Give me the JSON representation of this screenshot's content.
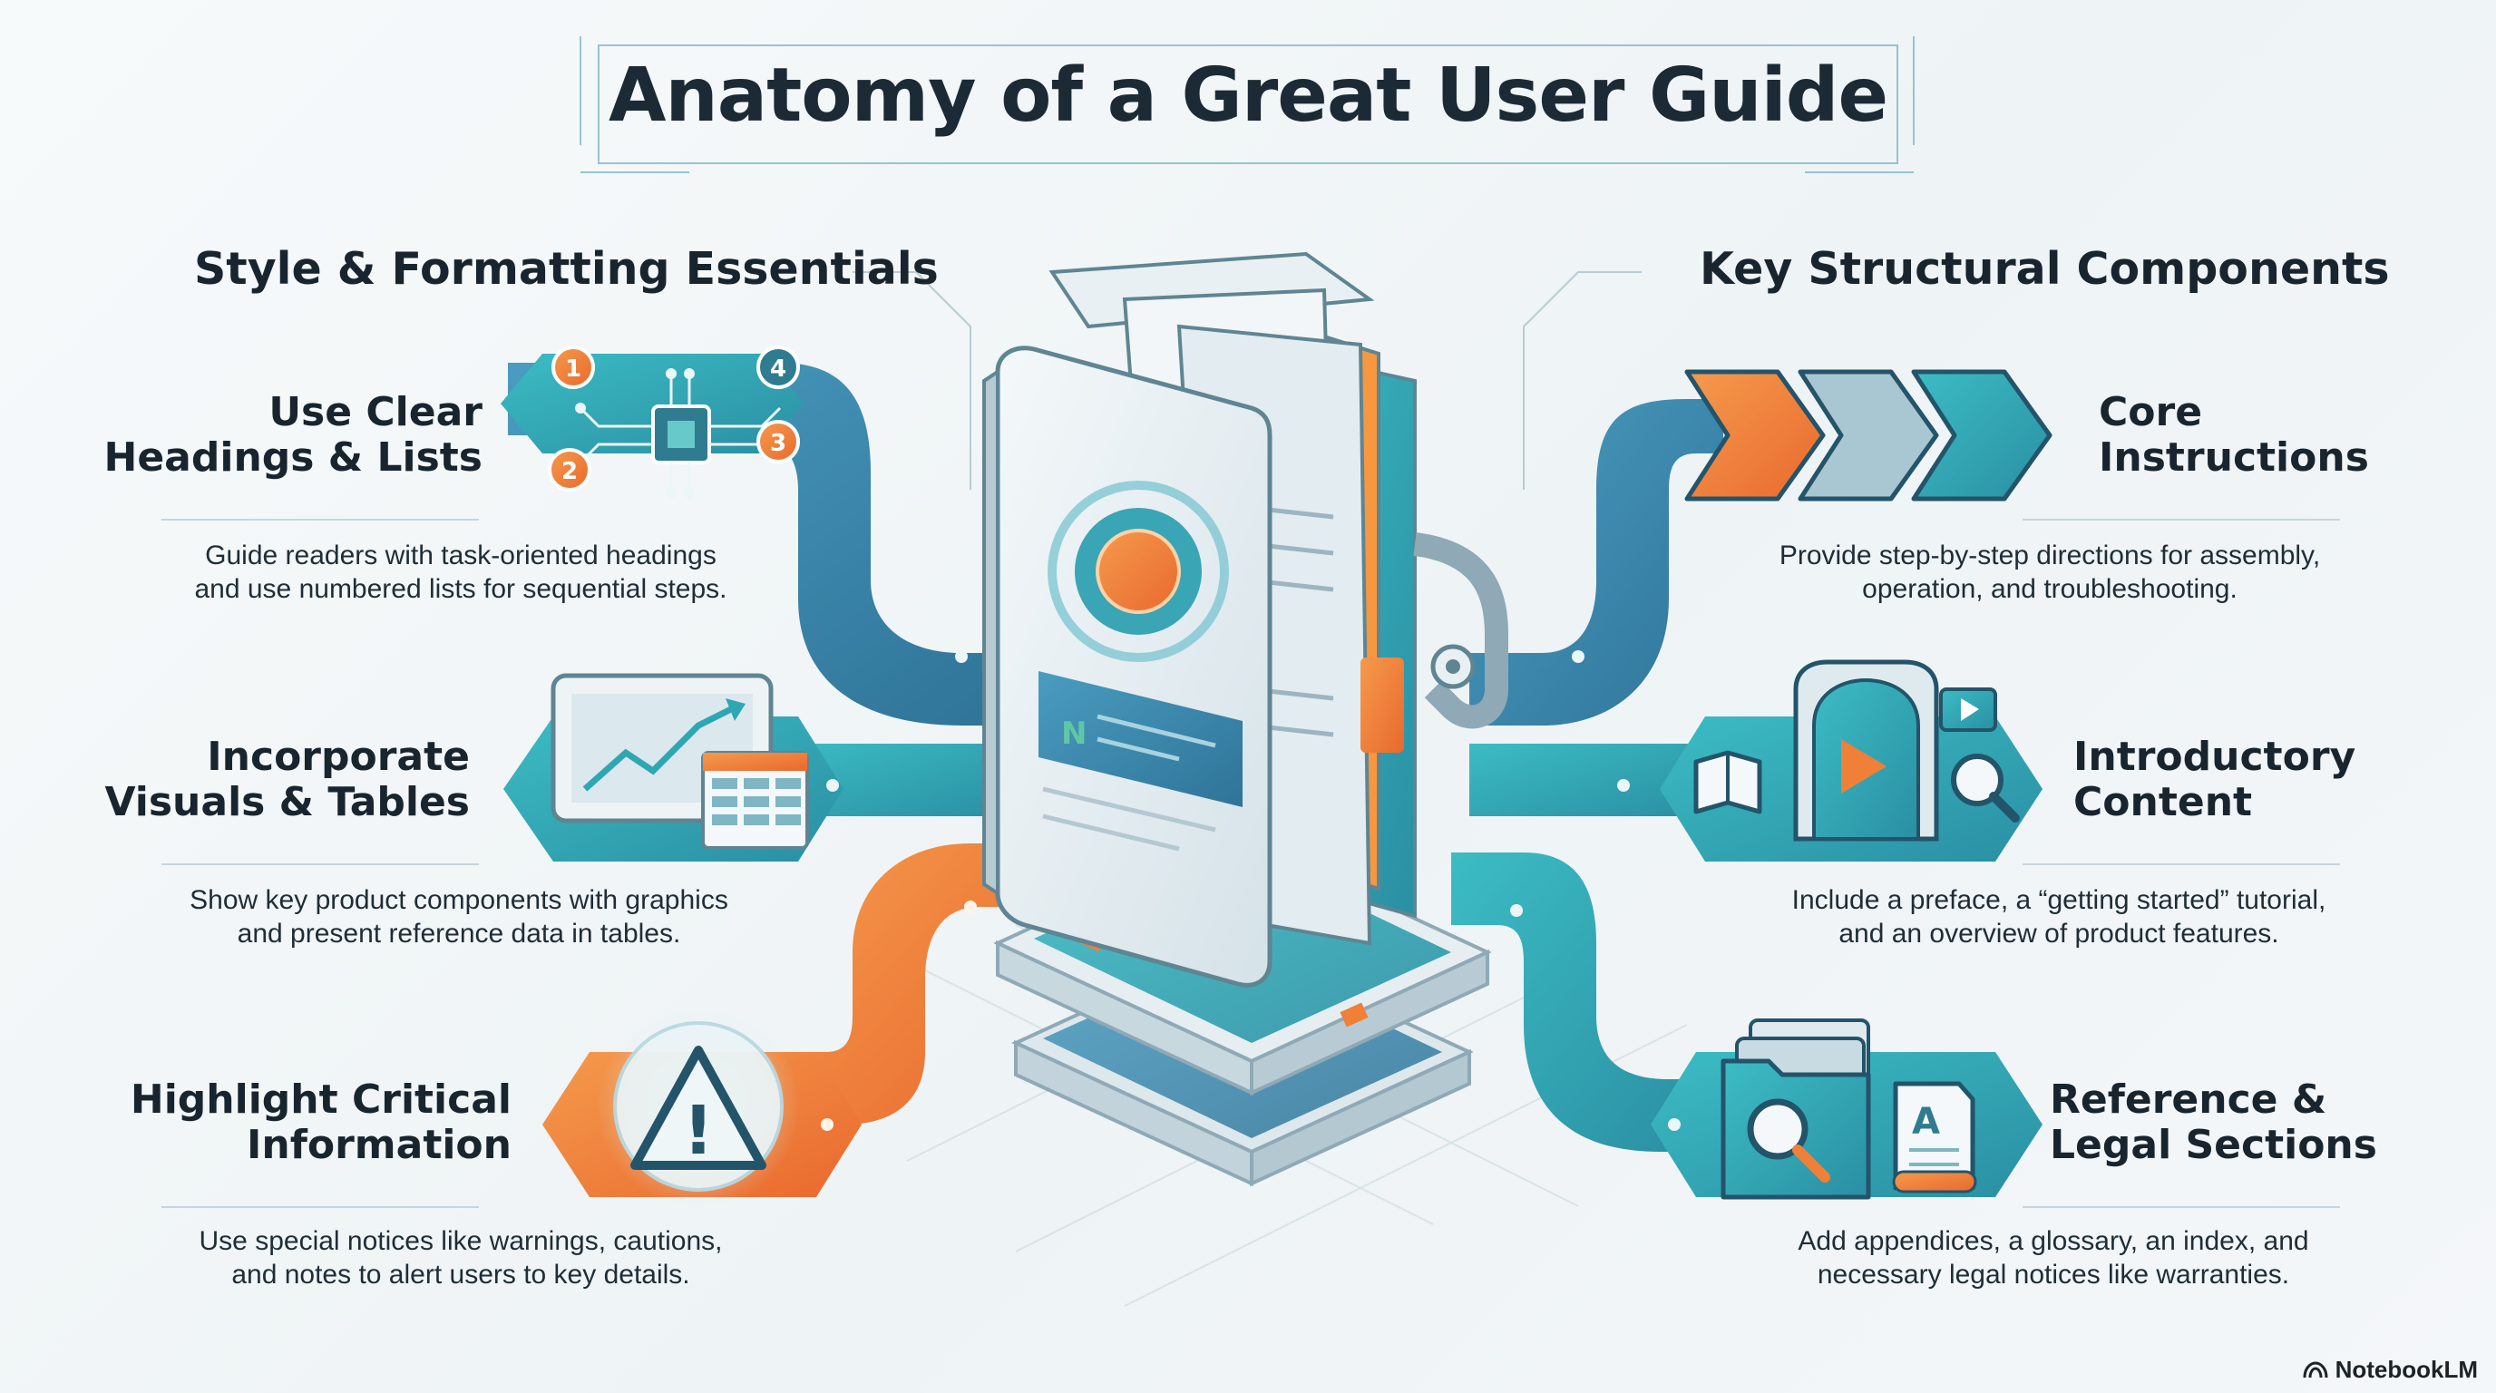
{
  "title": "Anatomy of a Great User Guide",
  "sections": {
    "left": {
      "heading": "Style & Formatting Essentials",
      "items": [
        {
          "title_lines": [
            "Use Clear",
            "Headings & Lists"
          ],
          "desc_lines": [
            "Guide readers with task-oriented headings",
            "and use numbered lists for sequential steps."
          ],
          "icon": "circuit-chip-icon",
          "badges": [
            "1",
            "2",
            "3",
            "4"
          ]
        },
        {
          "title_lines": [
            "Incorporate",
            "Visuals & Tables"
          ],
          "desc_lines": [
            "Show key product components with graphics",
            "and present reference data in tables."
          ],
          "icon": "chart-table-icon"
        },
        {
          "title_lines": [
            "Highlight Critical",
            "Information"
          ],
          "desc_lines": [
            "Use special notices like warnings, cautions,",
            "and notes to alert users to key details."
          ],
          "icon": "warning-icon",
          "icon_text": "!"
        }
      ]
    },
    "right": {
      "heading": "Key Structural Components",
      "items": [
        {
          "title_lines": [
            "Core",
            "Instructions"
          ],
          "desc_lines": [
            "Provide step-by-step directions for assembly,",
            "operation, and troubleshooting."
          ],
          "icon": "step-arrows-icon"
        },
        {
          "title_lines": [
            "Introductory",
            "Content"
          ],
          "desc_lines": [
            "Include a preface, a “getting started” tutorial,",
            "and an overview of product features."
          ],
          "icon": "intro-doorway-icon"
        },
        {
          "title_lines": [
            "Reference &",
            "Legal Sections"
          ],
          "desc_lines": [
            "Add appendices, a glossary, an index, and",
            "necessary legal notices like warranties."
          ],
          "icon": "folders-magnifier-icon",
          "icon_text": "A"
        }
      ]
    }
  },
  "brand": "NotebookLM",
  "colors": {
    "teal": "#2fa7b3",
    "teal_dark": "#1f7f8f",
    "blue": "#3e86ad",
    "orange": "#f07f38",
    "title_text": "#1b2a35",
    "background": "#f3f7f9"
  }
}
